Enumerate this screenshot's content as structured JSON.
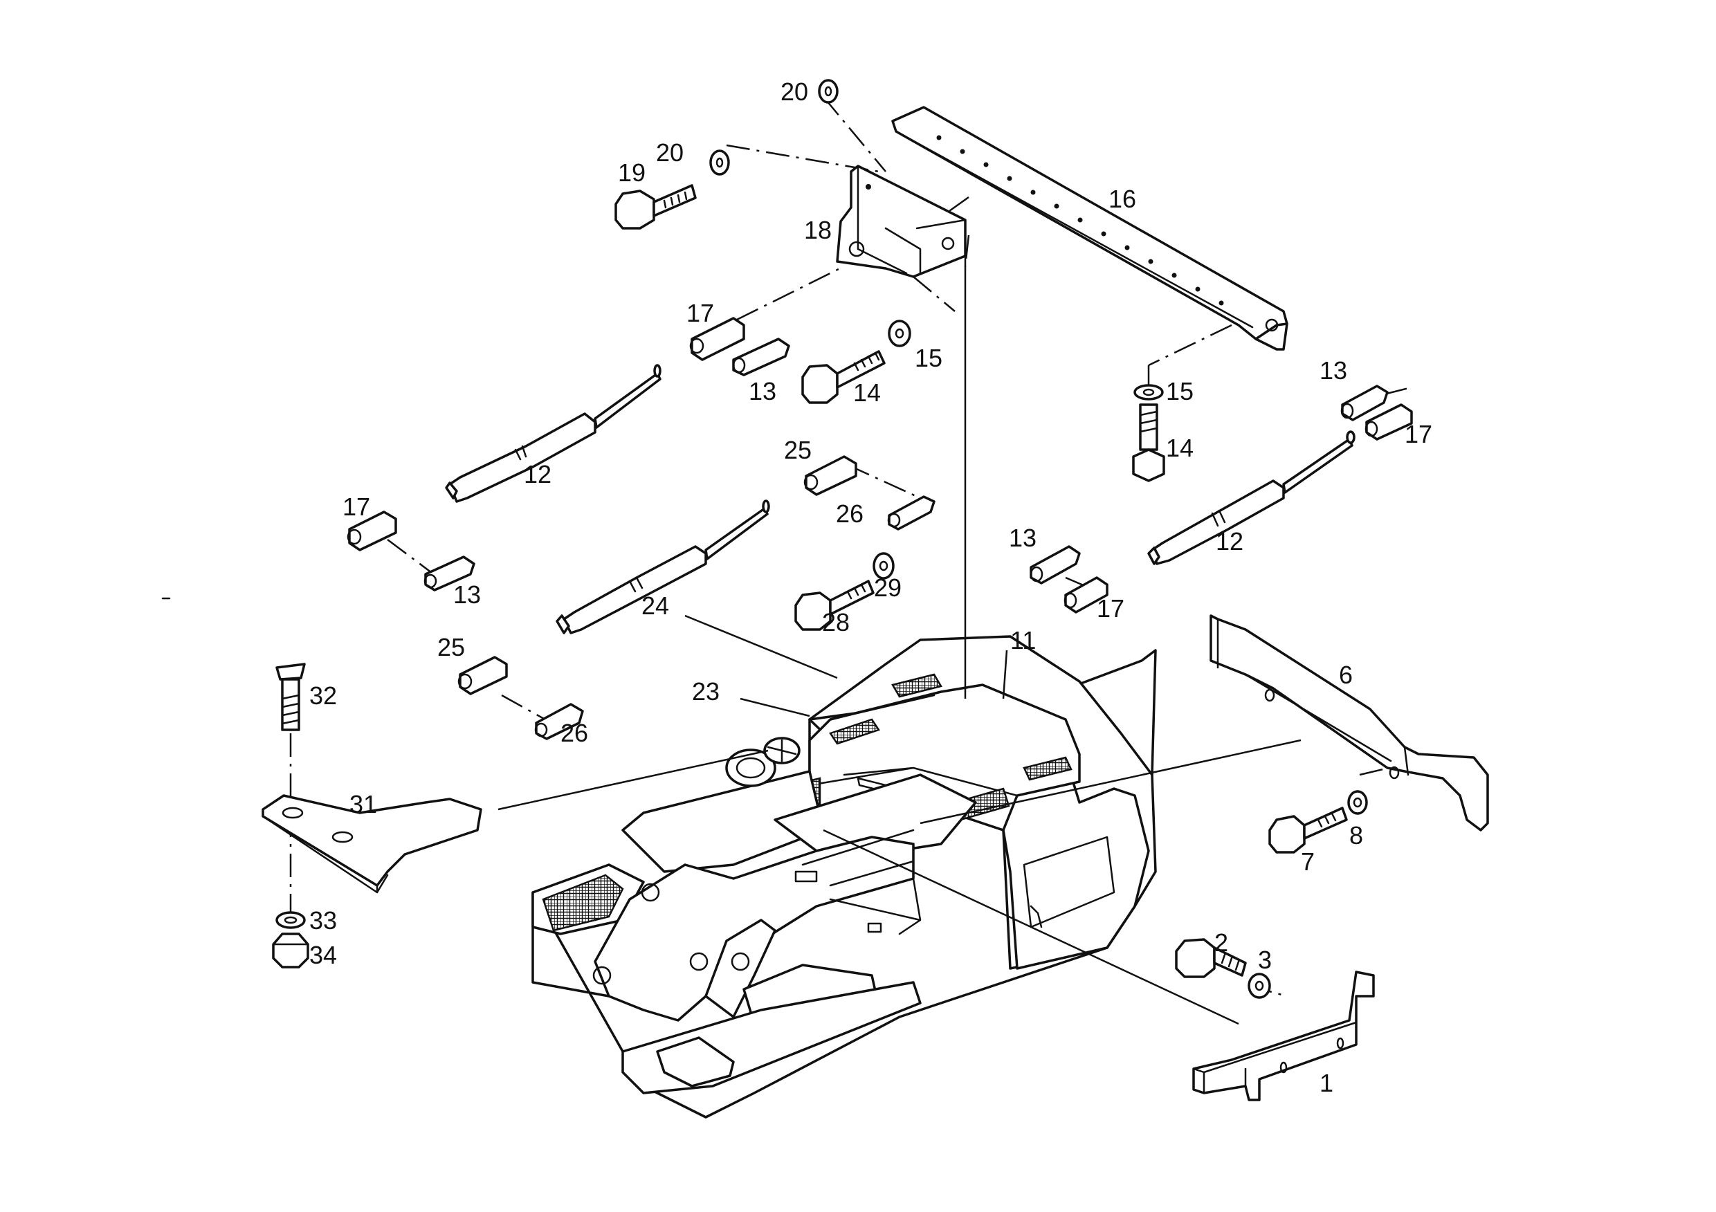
{
  "labels": {
    "l1": "1",
    "l2": "2",
    "l3": "3",
    "l6": "6",
    "l7": "7",
    "l8": "8",
    "l11": "11",
    "l12a": "12",
    "l12b": "12",
    "l13a": "13",
    "l13b": "13",
    "l13c": "13",
    "l13d": "13",
    "l14a": "14",
    "l14b": "14",
    "l15a": "15",
    "l15b": "15",
    "l16": "16",
    "l17a": "17",
    "l17b": "17",
    "l17c": "17",
    "l17d": "17",
    "l18": "18",
    "l19": "19",
    "l20a": "20",
    "l20b": "20",
    "l23": "23",
    "l24": "24",
    "l25a": "25",
    "l25b": "25",
    "l26a": "26",
    "l26b": "26",
    "l28": "28",
    "l29": "29",
    "l31": "31",
    "l32": "32",
    "l33": "33",
    "l34": "34"
  },
  "icons": {
    "gas-spring": "gas-strut",
    "clevis": "fork-end",
    "bolt": "hex-bolt",
    "washer": "flat-washer",
    "nut": "hex-nut",
    "bracket": "sheet-metal-bracket"
  },
  "colors": {
    "ink": "#111111",
    "paper": "#ffffff"
  }
}
